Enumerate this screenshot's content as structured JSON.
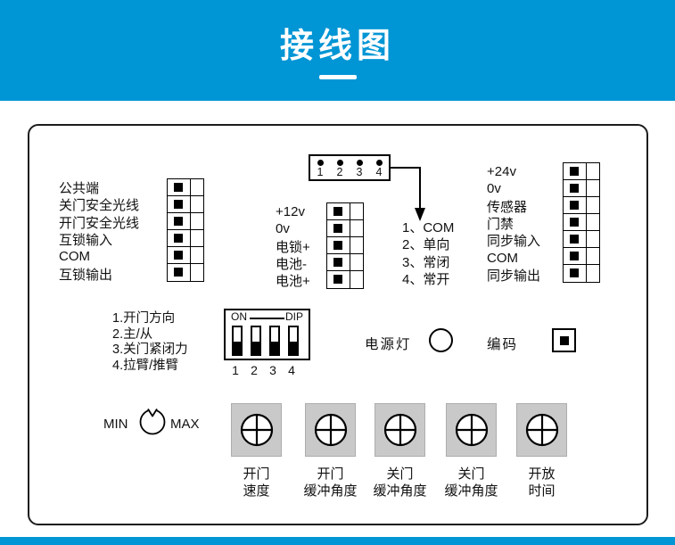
{
  "colors": {
    "header_blue": "#0095d5",
    "pot_gray": "#c9c9c9"
  },
  "header": {
    "title": "接线图"
  },
  "board": {
    "left_labels": [
      "公共端",
      "关门安全光线",
      "开门安全光线",
      "互锁输入",
      "COM",
      "互锁输出"
    ],
    "mid_labels": [
      "+12v",
      "0v",
      "电锁+",
      "电池-",
      "电池+"
    ],
    "right_labels": [
      "+24v",
      "0v",
      "传感器",
      "门禁",
      "同步输入",
      "COM",
      "同步输出"
    ],
    "top_connector": {
      "pins": [
        "1",
        "2",
        "3",
        "4"
      ]
    },
    "legend": [
      "1、COM",
      "2、单向",
      "3、常闭",
      "4、常开"
    ],
    "dip": {
      "labels": [
        "1.开门方向",
        "2.主/从",
        "3.关门紧闭力",
        "4.拉臂/推臂"
      ],
      "on_label": "ON",
      "dip_label": "DIP",
      "numbers": [
        "1",
        "2",
        "3",
        "4"
      ]
    },
    "power_label": "电源灯",
    "code_label": "编码",
    "knob": {
      "min": "MIN",
      "max": "MAX"
    },
    "pots": [
      {
        "line1": "开门",
        "line2": "速度"
      },
      {
        "line1": "开门",
        "line2": "缓冲角度"
      },
      {
        "line1": "关门",
        "line2": "缓冲角度"
      },
      {
        "line1": "关门",
        "line2": "缓冲角度"
      },
      {
        "line1": "开放",
        "line2": "时间"
      }
    ]
  }
}
